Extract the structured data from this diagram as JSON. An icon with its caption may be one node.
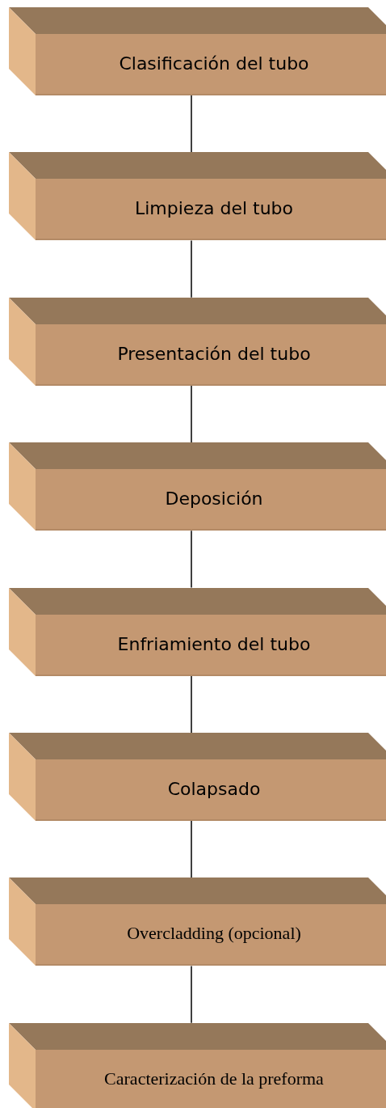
{
  "diagram": {
    "nodes": [
      {
        "text": [
          "Clasificación del tubo"
        ]
      },
      {
        "text": [
          "Limpieza del tubo"
        ]
      },
      {
        "text": [
          "Presentación del tubo"
        ]
      },
      {
        "text": [
          "Deposición"
        ]
      },
      {
        "text": [
          "Enfriamiento del tubo"
        ]
      },
      {
        "text": [
          "Colapsado"
        ]
      },
      {
        "text": [
          "Overcladding (opcional)"
        ]
      },
      {
        "text": [
          "Caracterización de la preforma"
        ]
      }
    ],
    "edges": [
      {
        "from": 0,
        "to": 1,
        "arrow": "none"
      },
      {
        "from": 1,
        "to": 2,
        "arrow": "none"
      },
      {
        "from": 2,
        "to": 3,
        "arrow": "none"
      },
      {
        "from": 3,
        "to": 4,
        "arrow": "none"
      },
      {
        "from": 4,
        "to": 5,
        "arrow": "none"
      },
      {
        "from": 5,
        "to": 6,
        "arrow": "none"
      },
      {
        "from": 6,
        "to": 7,
        "arrow": "none"
      }
    ]
  }
}
